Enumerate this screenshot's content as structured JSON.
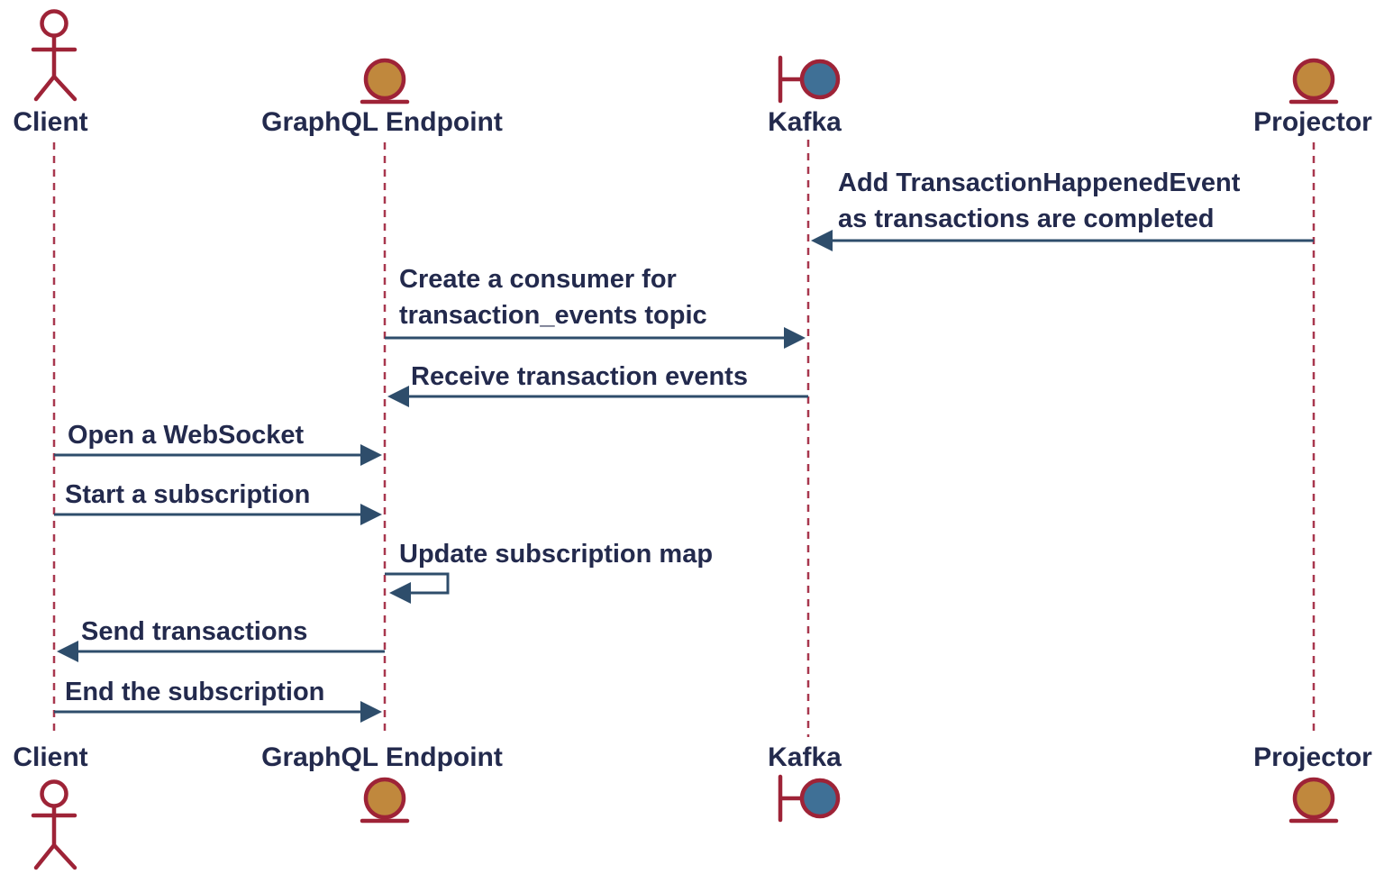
{
  "diagram": {
    "type": "sequence-diagram",
    "colors": {
      "background": "#FFFFFF",
      "lifeline": "#A8374E",
      "icon_stroke": "#9E2337",
      "entity_fill": "#C0883D",
      "boundary_fill": "#3F7096",
      "arrow": "#2E4D6B",
      "text": "#232A4D"
    },
    "actors": [
      {
        "id": "client",
        "label": "Client",
        "icon": "stick-figure-actor"
      },
      {
        "id": "graphql",
        "label": "GraphQL Endpoint",
        "icon": "entity-circle"
      },
      {
        "id": "kafka",
        "label": "Kafka",
        "icon": "boundary-circle"
      },
      {
        "id": "projector",
        "label": "Projector",
        "icon": "entity-circle"
      }
    ],
    "messages": [
      {
        "from": "Projector",
        "to": "Kafka",
        "direction": "left",
        "lines": [
          "Add TransactionHappenedEvent",
          "as transactions are completed"
        ]
      },
      {
        "from": "GraphQL Endpoint",
        "to": "Kafka",
        "direction": "right",
        "lines": [
          "Create a consumer for",
          "transaction_events topic"
        ]
      },
      {
        "from": "Kafka",
        "to": "GraphQL Endpoint",
        "direction": "left",
        "lines": [
          "Receive transaction events"
        ]
      },
      {
        "from": "Client",
        "to": "GraphQL Endpoint",
        "direction": "right",
        "lines": [
          "Open a WebSocket"
        ]
      },
      {
        "from": "Client",
        "to": "GraphQL Endpoint",
        "direction": "right",
        "lines": [
          "Start a subscription"
        ]
      },
      {
        "from": "GraphQL Endpoint",
        "to": "GraphQL Endpoint",
        "direction": "self",
        "lines": [
          "Update subscription map"
        ]
      },
      {
        "from": "GraphQL Endpoint",
        "to": "Client",
        "direction": "left",
        "lines": [
          "Send transactions"
        ]
      },
      {
        "from": "Client",
        "to": "GraphQL Endpoint",
        "direction": "right",
        "lines": [
          "End the subscription"
        ]
      }
    ]
  }
}
